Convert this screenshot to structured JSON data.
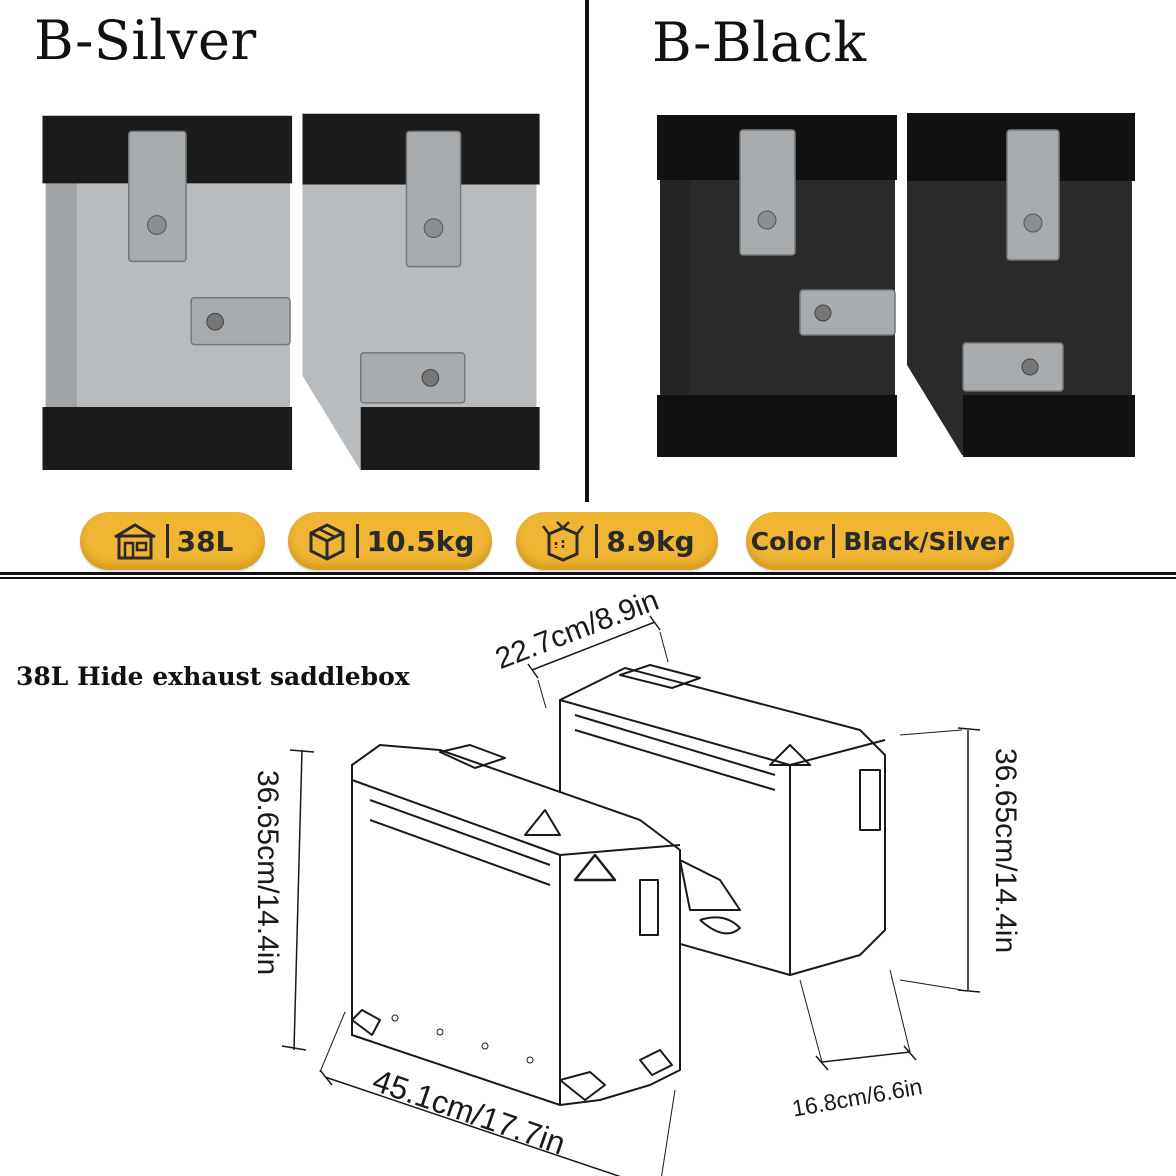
{
  "variants": [
    {
      "title": "B-Silver",
      "body_color": "#b9bcbf",
      "trim_color": "#1b1b1b"
    },
    {
      "title": "B-Black",
      "body_color": "#2a2a2a",
      "trim_color": "#111111"
    }
  ],
  "specs": [
    {
      "icon": "house-box-icon",
      "value": "38L"
    },
    {
      "icon": "package-icon",
      "value": "10.5kg"
    },
    {
      "icon": "open-box-icon",
      "value": "8.9kg"
    },
    {
      "label": "Color",
      "value": "Black/Silver"
    }
  ],
  "badge_color": "#f0b533",
  "diagram": {
    "title": "38L Hide exhaust saddlebox",
    "dimensions": {
      "top_depth": "22.7cm/8.9in",
      "left_height": "36.65cm/14.4in",
      "right_height": "36.65cm/14.4in",
      "bottom_length": "45.1cm/17.7in",
      "side_depth": "16.8cm/6.6in"
    }
  }
}
